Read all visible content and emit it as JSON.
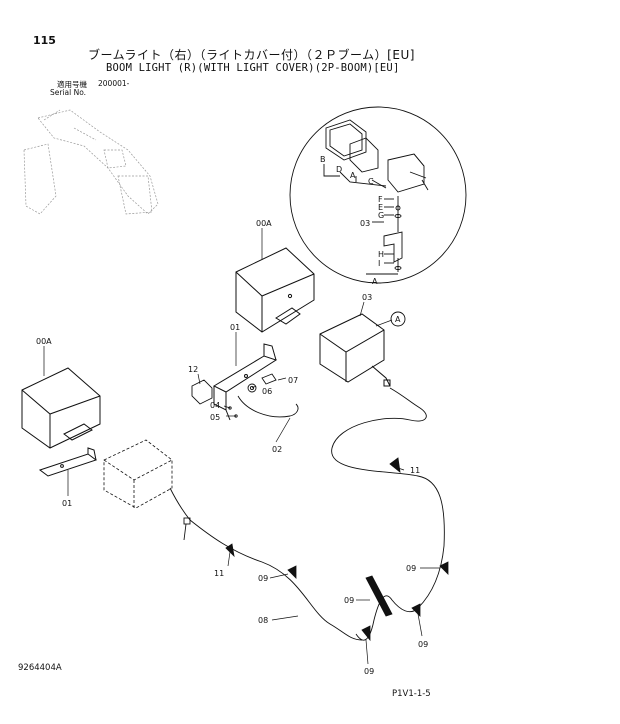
{
  "header": {
    "page_number": "115",
    "title_jp": "ブームライト（右）（ライトカバー付）（２Ｐブーム）[EU]",
    "title_en": "BOOM LIGHT (R)(WITH LIGHT COVER)(2P-BOOM)[EU]",
    "serial_label_jp": "適用号機",
    "serial_label_en": "Serial No.",
    "serial_value": "200001-"
  },
  "footer": {
    "document_id": "9264404A",
    "page_code": "P1V1-1-5"
  },
  "callouts": {
    "c00A_top": "00A",
    "c00A_left": "00A",
    "c01_top": "01",
    "c01_left": "01",
    "c02": "02",
    "c03_main": "03",
    "c03_detail": "03",
    "c04": "04",
    "c05": "05",
    "c06": "06",
    "c07": "07",
    "c08": "08",
    "c09_a": "09",
    "c09_b": "09",
    "c09_c": "09",
    "c09_d": "09",
    "c09_e": "09",
    "c11_right": "11",
    "c11_left": "11",
    "c12": "12",
    "ref_A_bubble": "A"
  },
  "detail_letters": {
    "A_top": "A",
    "A_bottom": "A",
    "B": "B",
    "C": "C",
    "D": "D",
    "E": "E",
    "F": "F",
    "G": "G",
    "H": "H",
    "I": "I"
  }
}
